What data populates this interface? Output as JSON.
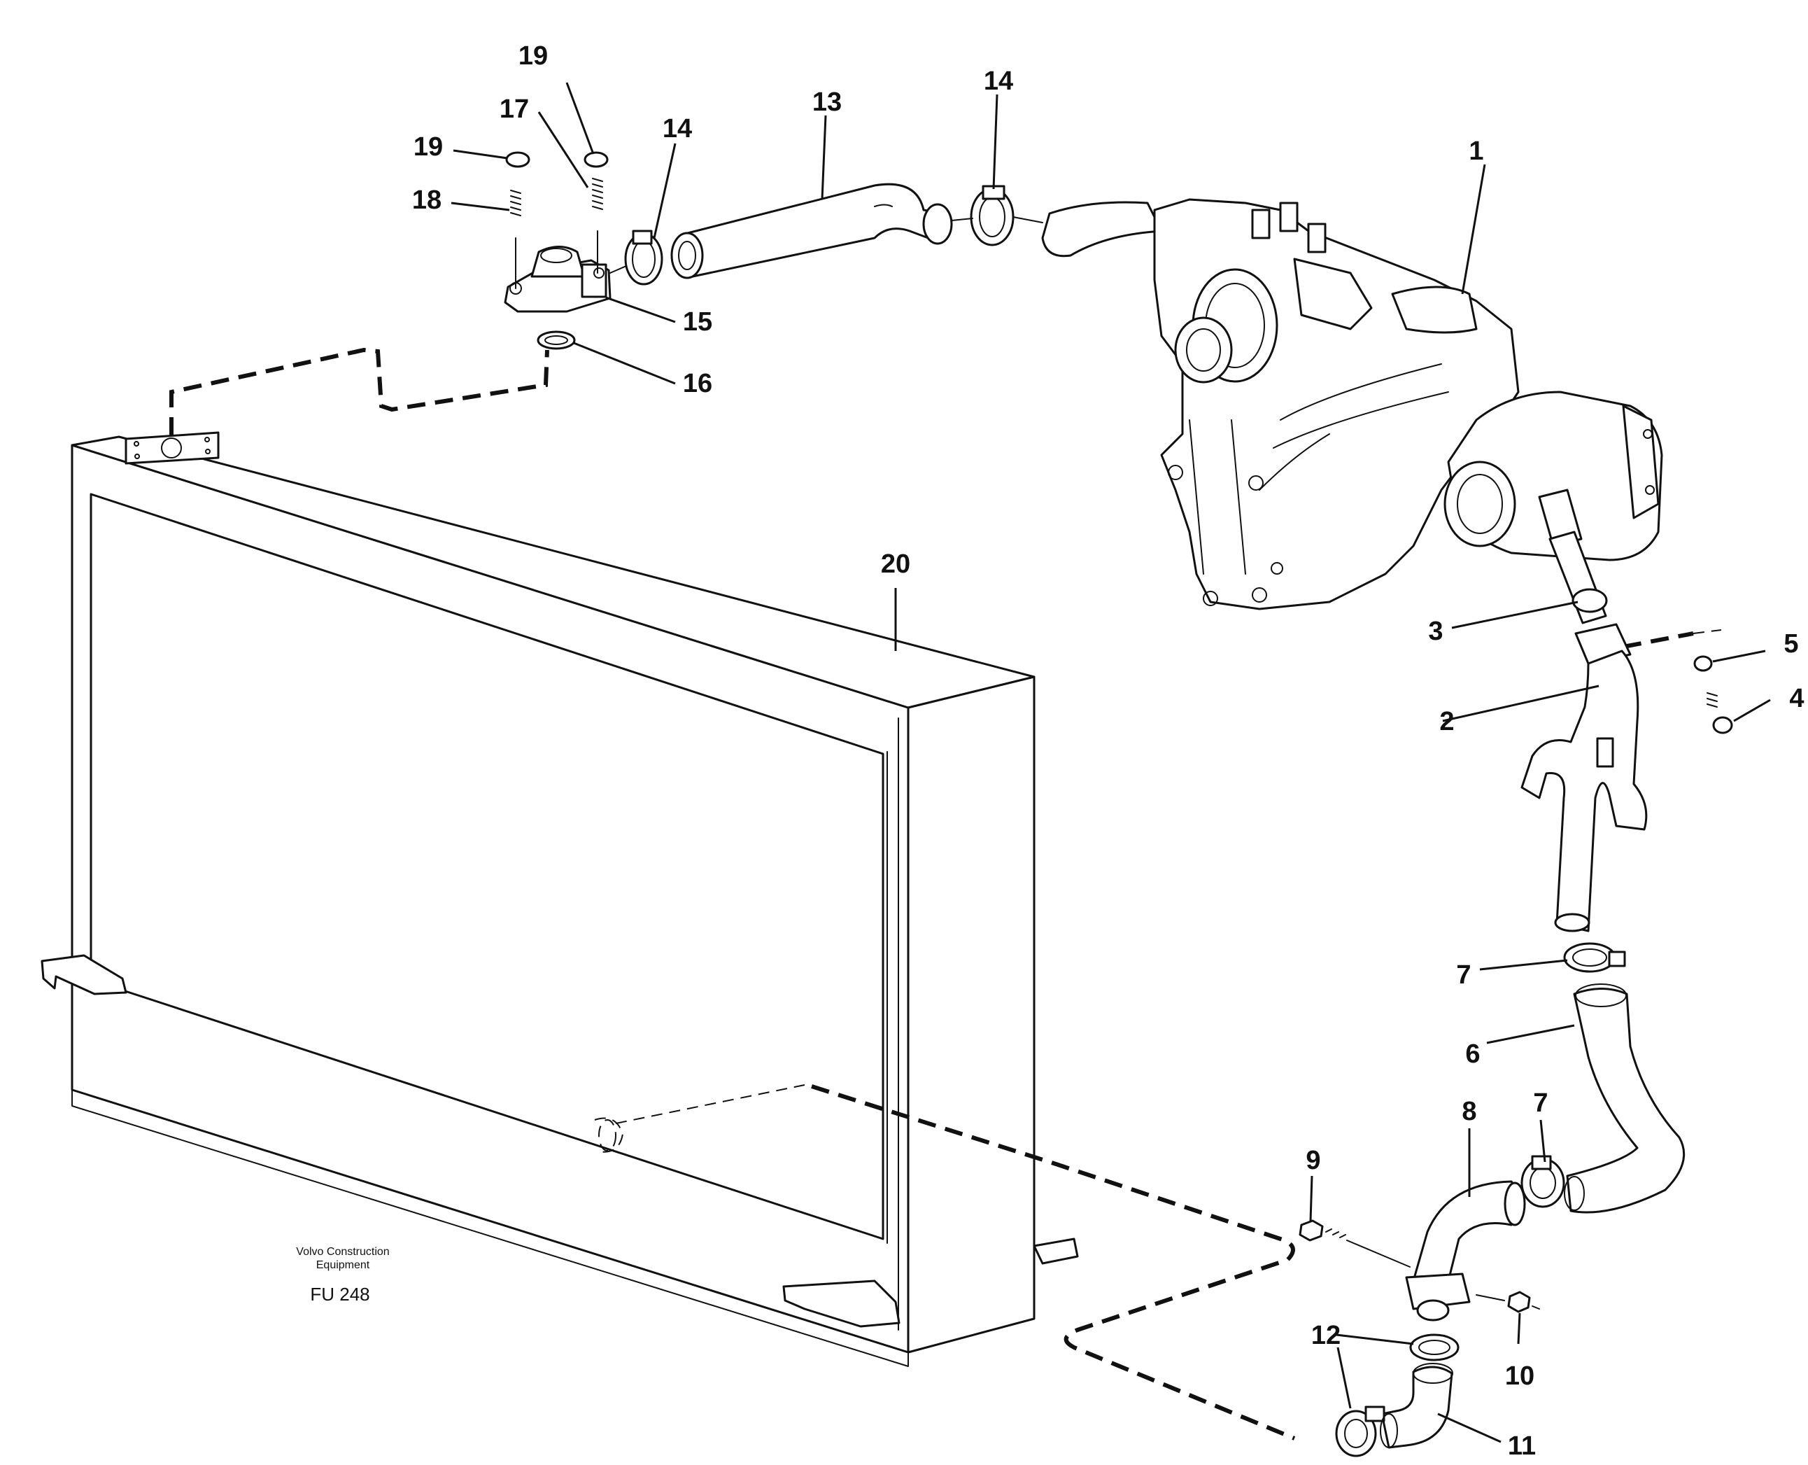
{
  "callouts": [
    {
      "id": "1",
      "label": "1"
    },
    {
      "id": "2",
      "label": "2"
    },
    {
      "id": "3",
      "label": "3"
    },
    {
      "id": "4",
      "label": "4"
    },
    {
      "id": "5",
      "label": "5"
    },
    {
      "id": "6",
      "label": "6"
    },
    {
      "id": "7a",
      "label": "7"
    },
    {
      "id": "7b",
      "label": "7"
    },
    {
      "id": "8",
      "label": "8"
    },
    {
      "id": "9",
      "label": "9"
    },
    {
      "id": "10",
      "label": "10"
    },
    {
      "id": "11",
      "label": "11"
    },
    {
      "id": "12",
      "label": "12"
    },
    {
      "id": "13",
      "label": "13"
    },
    {
      "id": "14a",
      "label": "14"
    },
    {
      "id": "14b",
      "label": "14"
    },
    {
      "id": "15",
      "label": "15"
    },
    {
      "id": "16",
      "label": "16"
    },
    {
      "id": "17",
      "label": "17"
    },
    {
      "id": "18",
      "label": "18"
    },
    {
      "id": "19a",
      "label": "19"
    },
    {
      "id": "19b",
      "label": "19"
    },
    {
      "id": "20",
      "label": "20"
    }
  ],
  "footer": {
    "maker_line1": "Volvo Construction",
    "maker_line2": "Equipment",
    "code": "FU 248"
  }
}
